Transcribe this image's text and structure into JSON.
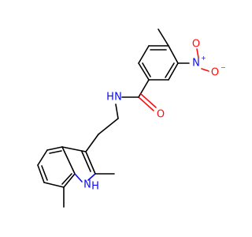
{
  "colors": {
    "background": "#ffffff",
    "carbon_bond": "#000000",
    "nitrogen": "#0a0aff",
    "oxygen": "#ff0d0d"
  },
  "labels": {
    "nitro_n": "N",
    "nitro_n_charge": "+",
    "nitro_o_upper": "O",
    "nitro_o_lower": "O",
    "nitro_o_charge": "−",
    "amide_n": "N",
    "amide_h": "H",
    "amide_o": "O",
    "indole_n": "N",
    "indole_h": "H"
  }
}
